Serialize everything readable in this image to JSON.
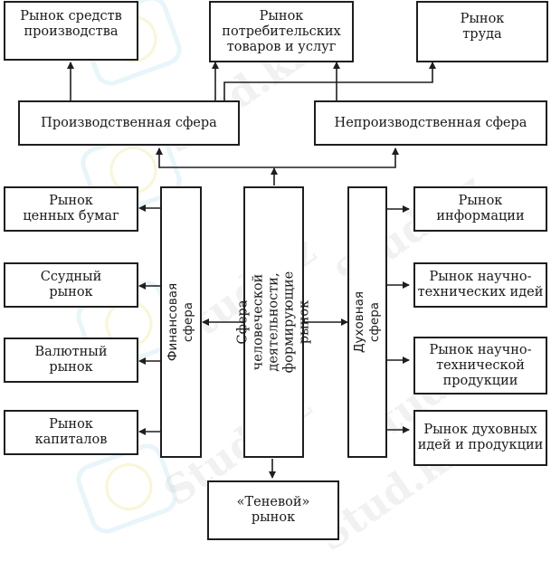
{
  "diagram": {
    "top_markets": {
      "means_of_production": "Рынок средств\nпроизводства",
      "consumer_goods": "Рынок\nпотребительских\nтоваров и услуг",
      "labor": "Рынок\nтруда"
    },
    "spheres": {
      "production": "Производственная сфера",
      "non_production": "Непроизводственная сфера",
      "financial": "Финансовая сфера",
      "central": "Сфера человеческой деятельности,\nформирующие рынок",
      "spiritual": "Духовная сфера"
    },
    "financial_markets": [
      "Рынок\nценных бумаг",
      "Ссудный\nрынок",
      "Валютный\nрынок",
      "Рынок\nкапиталов"
    ],
    "spiritual_markets": [
      "Рынок\nинформации",
      "Рынок научно-\nтехнических идей",
      "Рынок научно-\nтехнической\nпродукции",
      "Рынок духовных\nидей и продукции"
    ],
    "shadow_market": "«Теневой»\nрынок",
    "watermark": "Stud.kz"
  }
}
